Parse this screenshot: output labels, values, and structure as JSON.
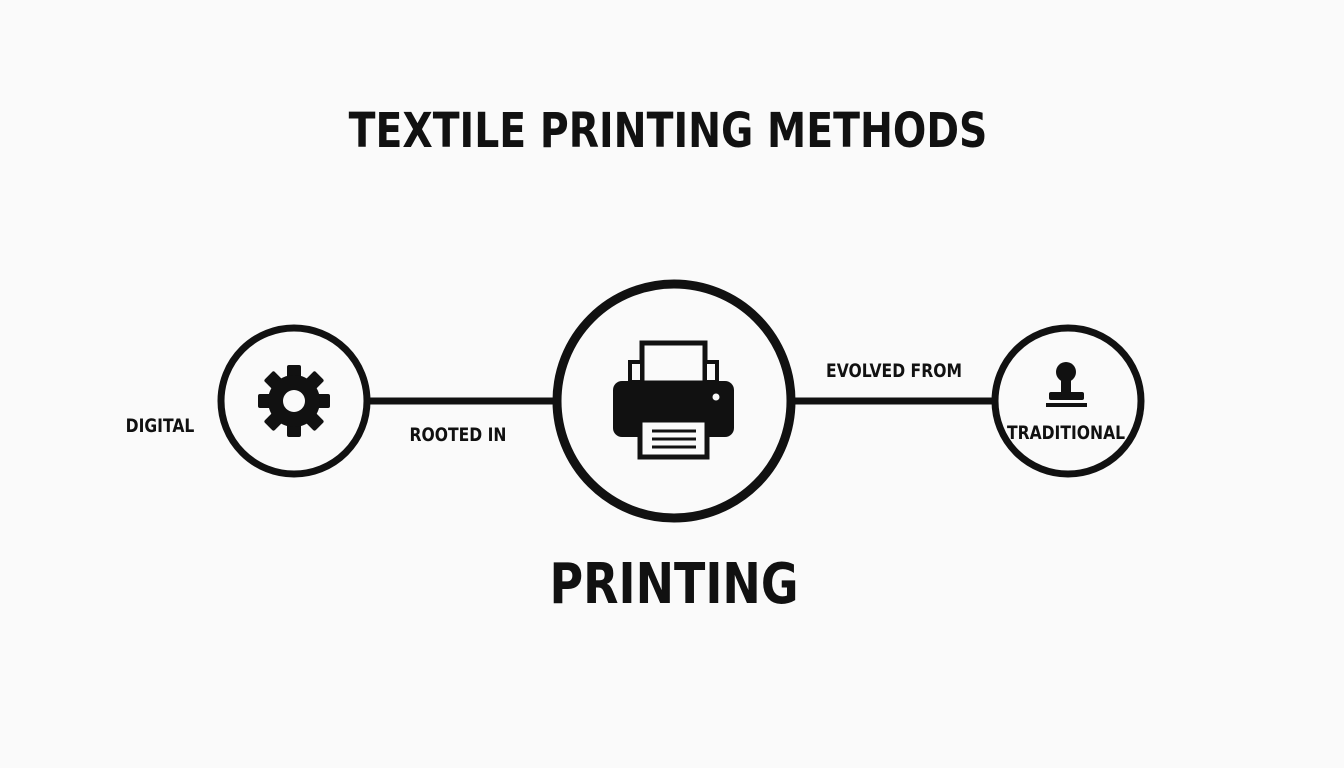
{
  "title": "TEXTILE PRINTING METHODS",
  "center": {
    "label": "PRINTING",
    "icon": "printer-icon"
  },
  "nodes": [
    {
      "id": "digital",
      "label": "DIGITAL",
      "icon": "gear-icon"
    },
    {
      "id": "traditional",
      "label": "TRADITIONAL",
      "icon": "stamp-icon"
    }
  ],
  "edges": [
    {
      "from": "digital",
      "to": "printing",
      "label": "ROOTED IN"
    },
    {
      "from": "printing",
      "to": "traditional",
      "label": "EVOLVED FROM"
    }
  ],
  "colors": {
    "background": "#fafafa",
    "ink": "#111111"
  }
}
